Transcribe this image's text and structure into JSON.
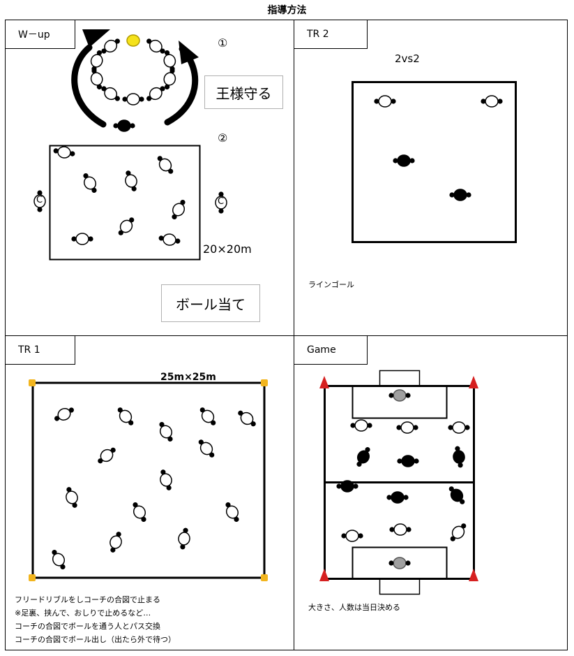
{
  "page_title": "指導方法",
  "panels": {
    "wup": {
      "label": "W－up",
      "step1": "①",
      "king_label": "王様守る",
      "step2": "②",
      "size": "20×20m",
      "ball_label": "ボール当て",
      "coach_mark": "C"
    },
    "tr2": {
      "label": "TR 2",
      "mode": "2vs2",
      "note": "ラインゴール"
    },
    "tr1": {
      "label": "TR 1",
      "size": "25m×25m",
      "notes": [
        "フリードリブルをしコーチの合図で止まる",
        "※足裏、挟んで、おしりで止めるなど…",
        "コーチの合図でボールを通う人とパス交換",
        "コーチの合図でボール出し（出たら外で待つ）"
      ]
    },
    "game": {
      "label": "Game",
      "note": "大きさ、人数は当日決める"
    }
  },
  "colors": {
    "line": "#000000",
    "king": "#f5e21b",
    "cone": "#d62020",
    "marker": "#f2b51e",
    "keeper": "#a0a0a0",
    "label_border": "#b0b0b0"
  }
}
